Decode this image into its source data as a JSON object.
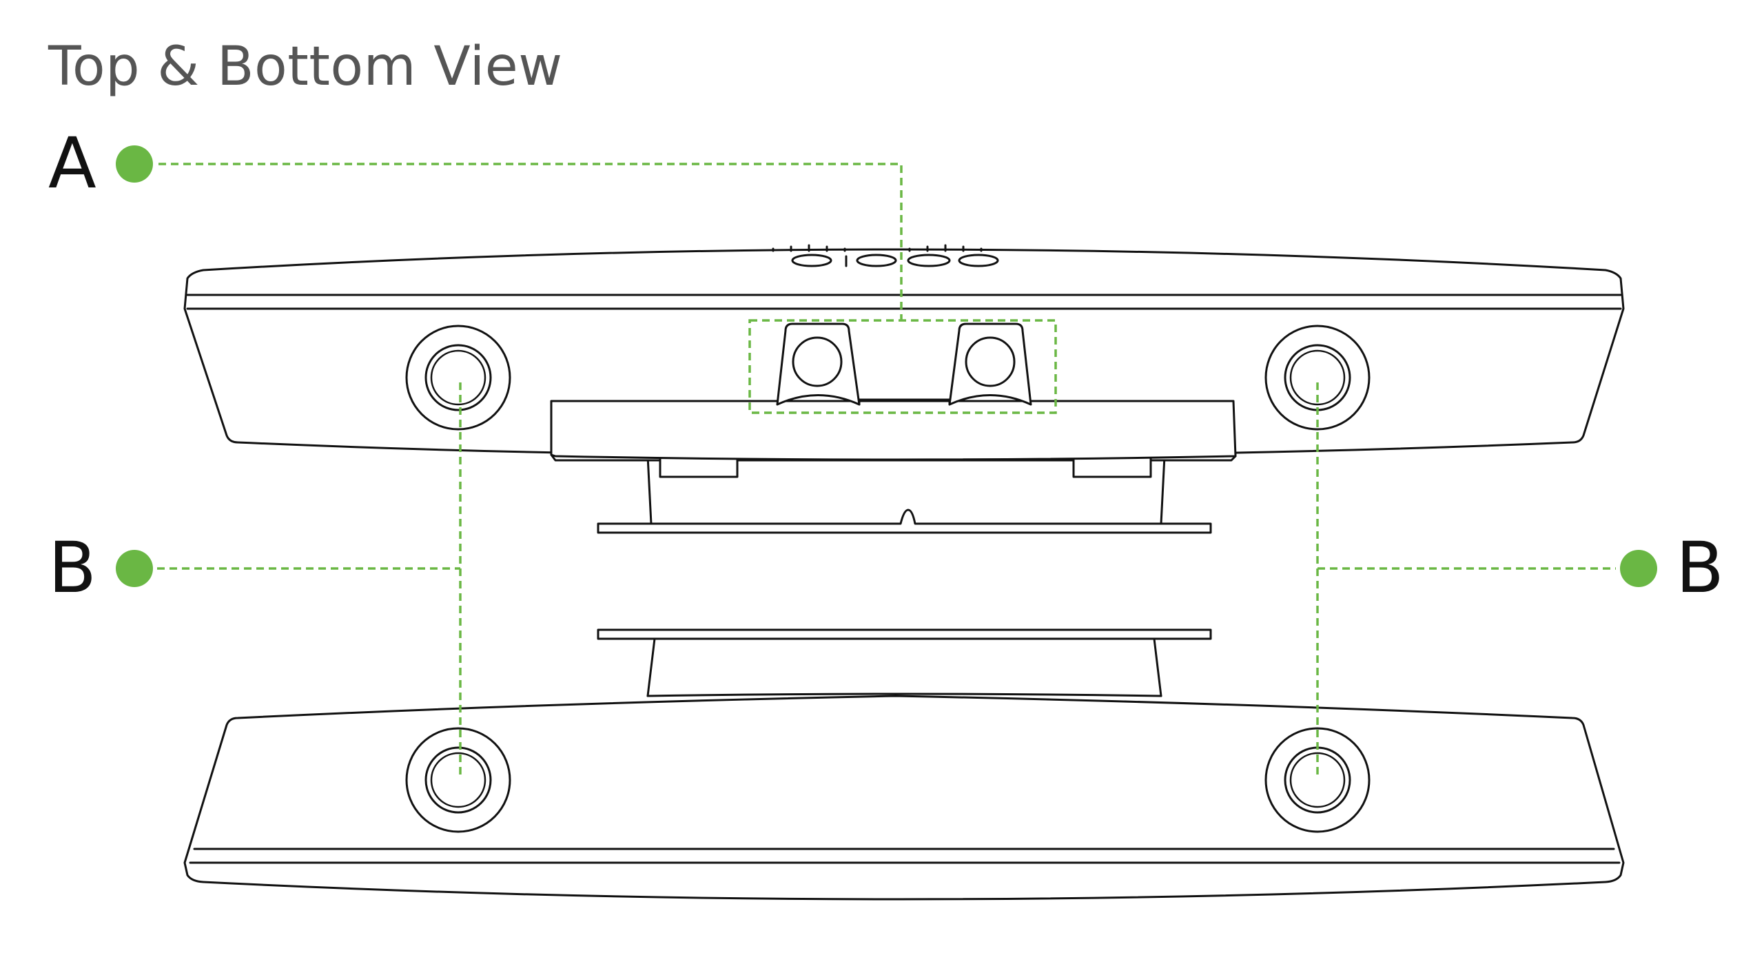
{
  "title": "Top & Bottom View",
  "callouts": [
    {
      "id": "A",
      "label": "A"
    },
    {
      "id": "B-left",
      "label": "B"
    },
    {
      "id": "B-right",
      "label": "B"
    }
  ],
  "colors": {
    "accent": "#6ab744",
    "line": "#111111",
    "title": "#555555"
  }
}
